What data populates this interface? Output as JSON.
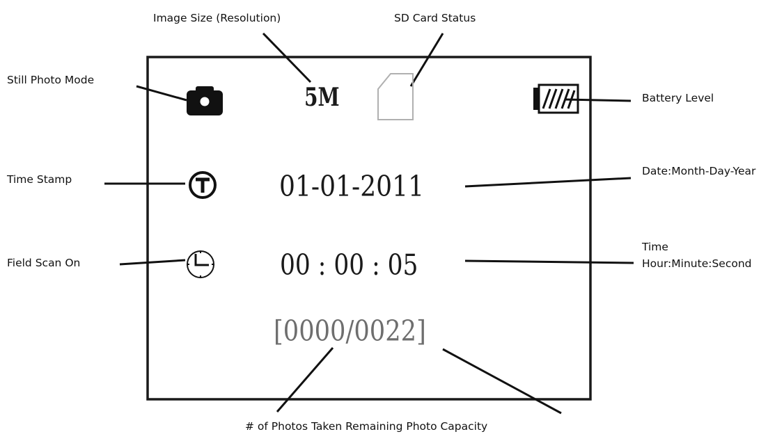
{
  "callouts": {
    "image_size": "Image Size (Resolution)",
    "sd_card_status": "SD Card Status",
    "still_photo_mode": "Still Photo Mode",
    "battery_level": "Battery Level",
    "time_stamp": "Time Stamp",
    "date": "Date:Month-Day-Year",
    "field_scan": "Field Scan On",
    "time_line1": "Time",
    "time_line2": "Hour:Minute:Second",
    "photo_counter": "# of Photos Taken Remaining Photo Capacity"
  },
  "screen": {
    "resolution": "5M",
    "date": "01-01-2011",
    "time": "00 : 00 : 05",
    "counter": "[0000/0022]"
  },
  "icons": {
    "mode": "camera-icon",
    "sd": "sd-card-icon",
    "battery": "battery-icon",
    "timestamp": "time-stamp-icon",
    "field_scan": "clock-icon"
  },
  "colors": {
    "ink": "#111111",
    "screen_border": "#1a1a1a",
    "counter_text": "#6e6e6e",
    "sd_outline": "#b0b0b0"
  }
}
